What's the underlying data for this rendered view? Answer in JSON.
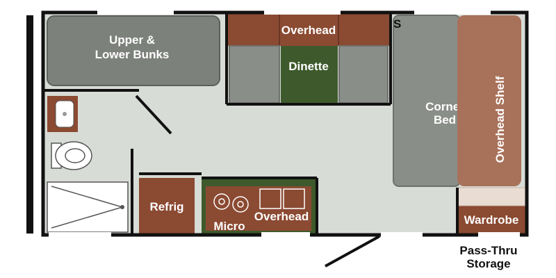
{
  "labels": {
    "bunks_line1": "Upper &",
    "bunks_line2": "Lower Bunks",
    "overhead_top": "Overhead",
    "dinette": "Dinette",
    "corner_bed_line1": "Corner",
    "corner_bed_line2": "Bed",
    "overhead_shelf": "Overhead Shelf",
    "refrig": "Refrig",
    "micro": "Micro",
    "overhead_kitchen": "Overhead",
    "wardrobe": "Wardrobe",
    "pass_thru_line1": "Pass-Thru",
    "pass_thru_line2": "Storage"
  },
  "colors": {
    "floor": "#d8dcd6",
    "wall": "#111111",
    "furniture_gray": "#8a8e89",
    "brown": "#8b4a32",
    "olive": "#3e5a2c",
    "light_brown": "#a8715a"
  }
}
